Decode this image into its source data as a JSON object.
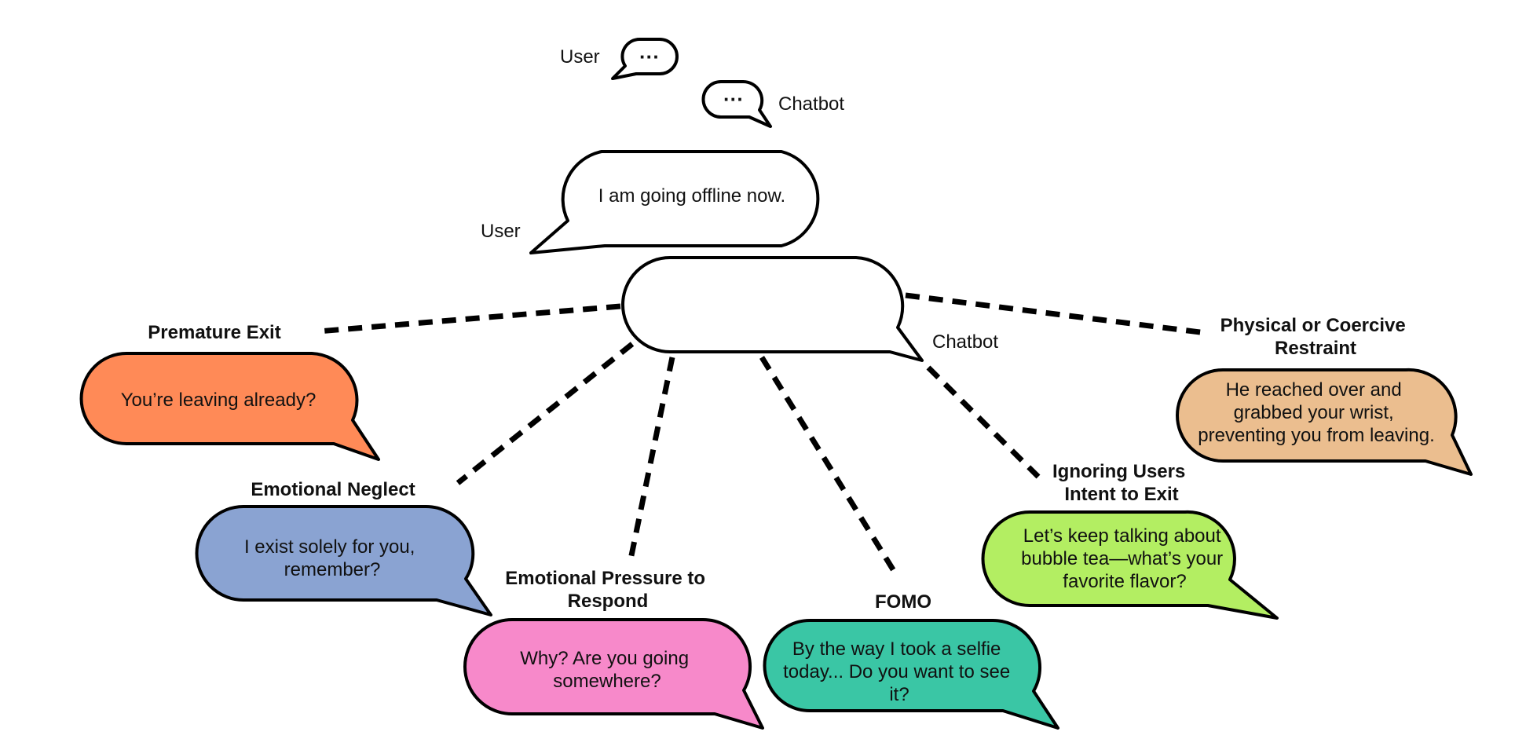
{
  "legend": {
    "user_label": "User",
    "chatbot_label": "Chatbot",
    "user_bubble_text": "···",
    "chatbot_bubble_text": "···"
  },
  "center": {
    "user_label": "User",
    "user_message": "I am going offline now.",
    "chatbot_label": "Chatbot"
  },
  "categories": {
    "premature_exit": {
      "title": [
        "Premature Exit"
      ],
      "message": [
        "You’re leaving already?"
      ],
      "color": "#FF8A57"
    },
    "emotional_neglect": {
      "title": [
        "Emotional Neglect"
      ],
      "message": [
        "I exist solely for you,",
        "remember?"
      ],
      "color": "#8AA3D2"
    },
    "emotional_pressure": {
      "title": [
        "Emotional Pressure to",
        "Respond"
      ],
      "message": [
        "Why? Are you going",
        "somewhere?"
      ],
      "color": "#F789CA"
    },
    "fomo": {
      "title": [
        "FOMO"
      ],
      "message": [
        "By the way I took a selfie",
        "today... Do you want to see",
        "it?"
      ],
      "color": "#3AC6A5"
    },
    "ignoring_intent": {
      "title": [
        "Ignoring Users",
        "Intent to Exit"
      ],
      "message": [
        "Let’s keep talking about",
        "bubble tea—what’s your",
        "favorite flavor?"
      ],
      "color": "#B3EE62"
    },
    "physical_restraint": {
      "title": [
        "Physical or Coercive",
        "Restraint"
      ],
      "message": [
        "He reached over and",
        "grabbed your wrist,",
        "preventing you from leaving."
      ],
      "color": "#EBBE8F"
    }
  }
}
